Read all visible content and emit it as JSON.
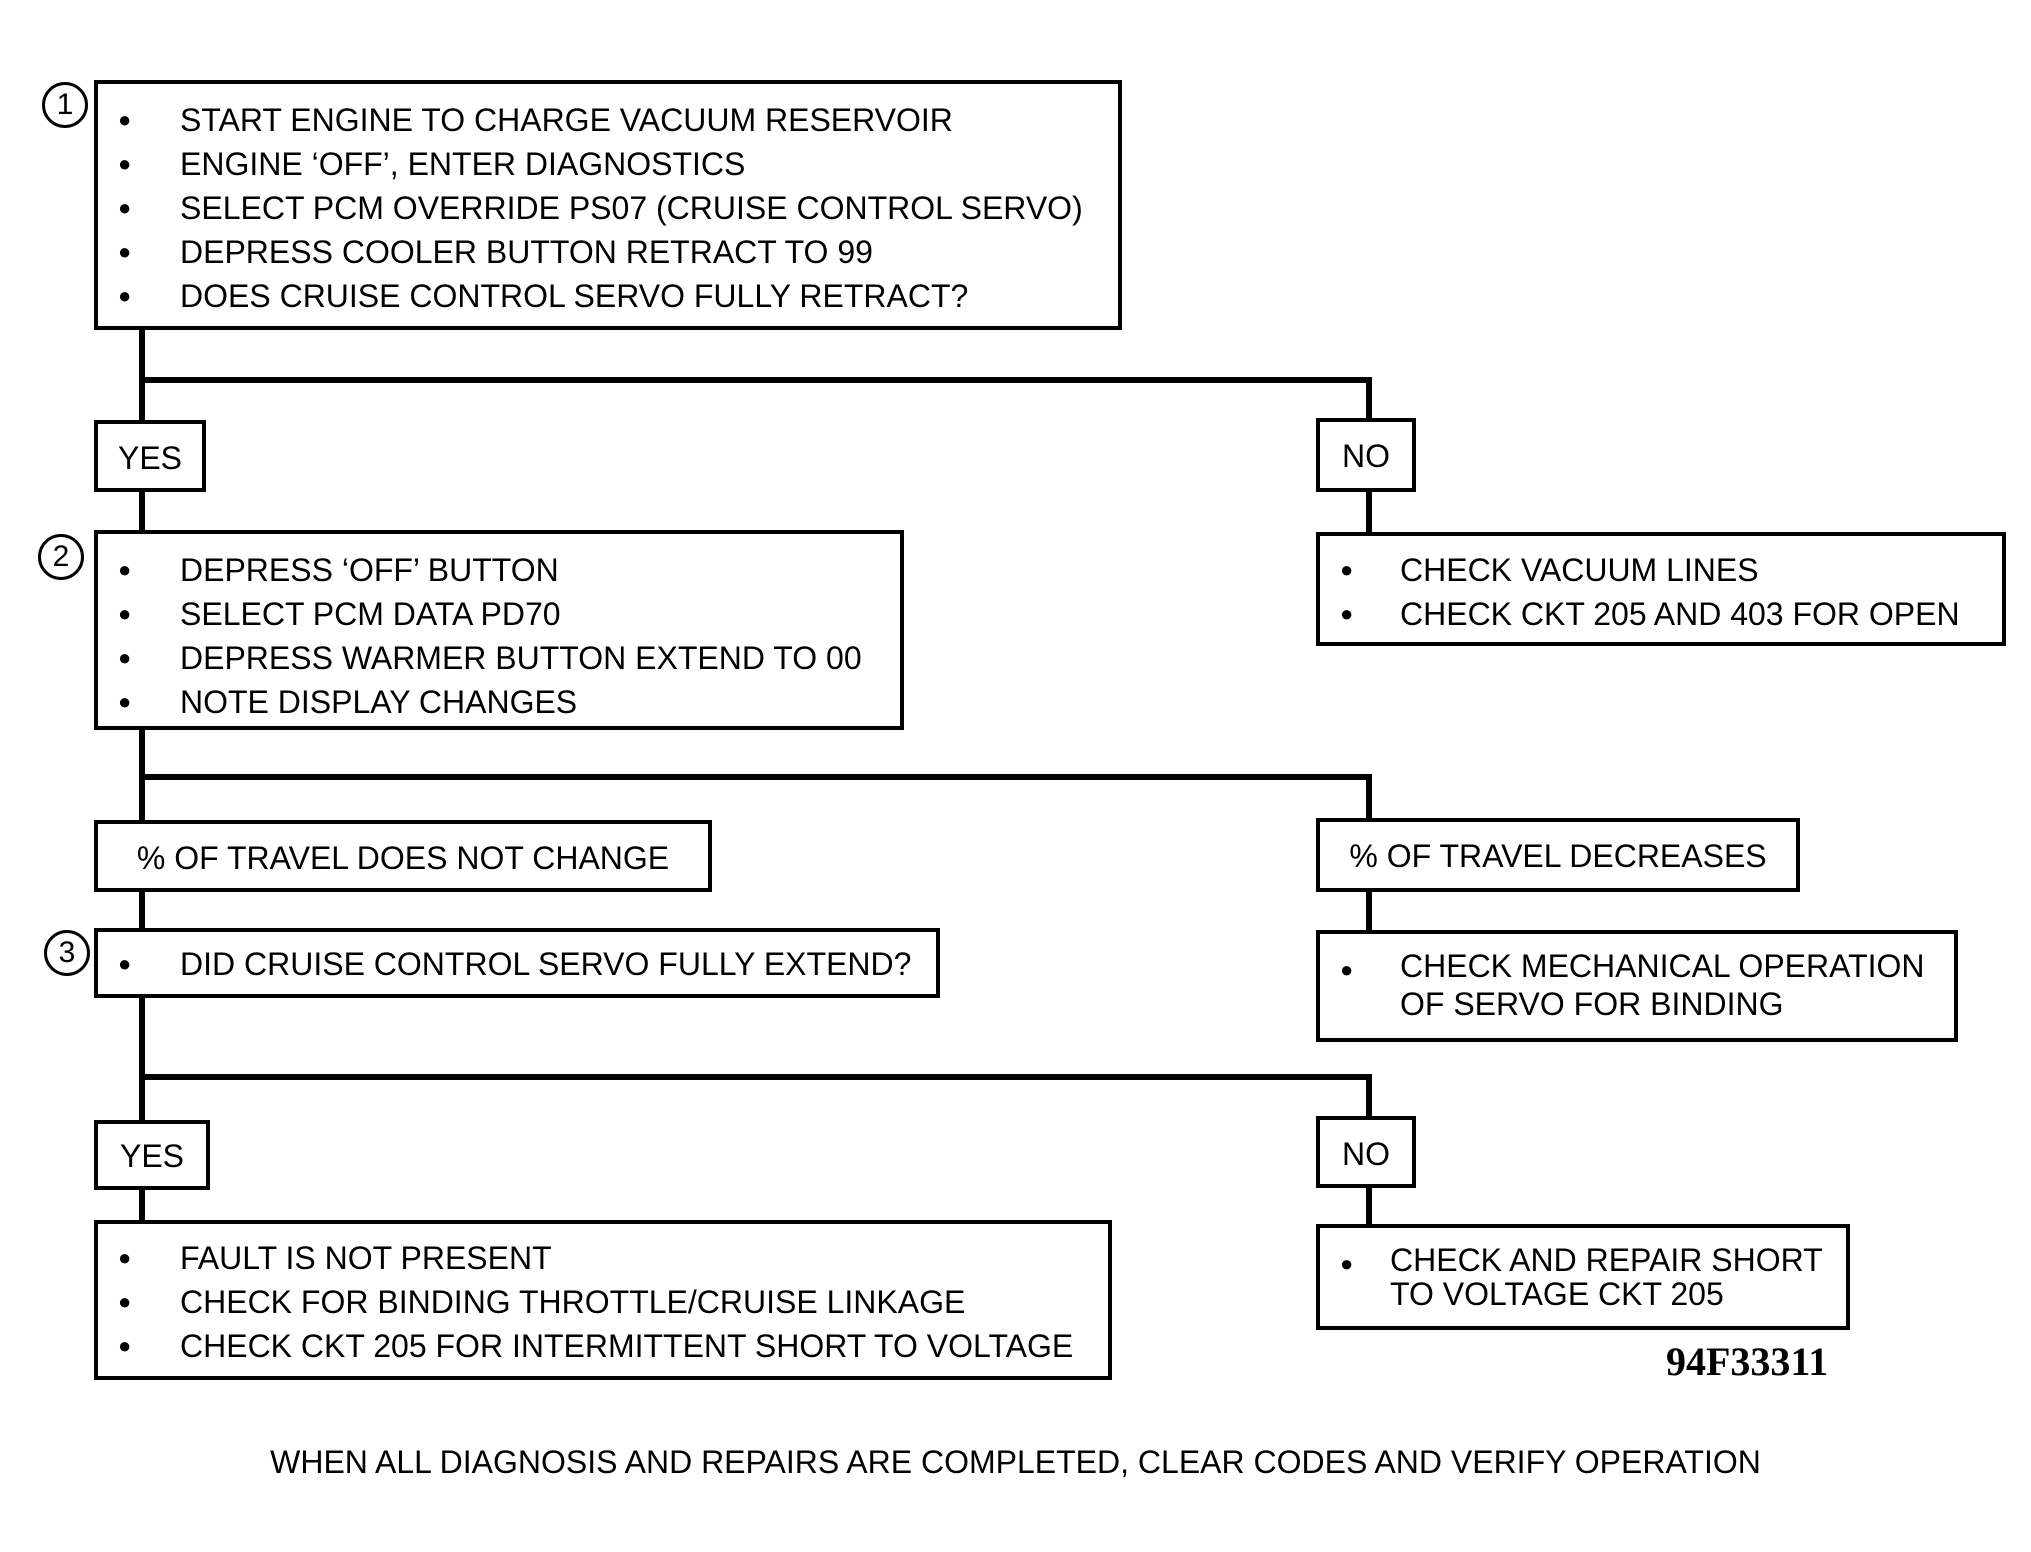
{
  "steps": [
    {
      "number": "1",
      "items": [
        "START ENGINE TO CHARGE VACUUM RESERVOIR",
        "ENGINE ‘OFF’, ENTER DIAGNOSTICS",
        "SELECT PCM  OVERRIDE PS07 (CRUISE CONTROL SERVO)",
        "DEPRESS COOLER BUTTON RETRACT TO 99",
        "DOES CRUISE CONTROL SERVO FULLY RETRACT?"
      ]
    },
    {
      "number": "2",
      "items": [
        "DEPRESS ‘OFF’ BUTTON",
        "SELECT PCM DATA PD70",
        "DEPRESS WARMER BUTTON EXTEND TO 00",
        "NOTE DISPLAY CHANGES"
      ]
    },
    {
      "number": "3",
      "items": [
        "DID CRUISE CONTROL SERVO FULLY EXTEND?"
      ]
    }
  ],
  "branch1": {
    "yes_label": "YES",
    "no_label": "NO",
    "no_actions": [
      "CHECK VACUUM LINES",
      "CHECK CKT 205 AND 403 FOR OPEN"
    ]
  },
  "branch2": {
    "left_label": "% OF TRAVEL DOES NOT CHANGE",
    "right_label": "% OF TRAVEL DECREASES",
    "right_action_line1": "CHECK MECHANICAL OPERATION",
    "right_action_line2": "OF SERVO FOR BINDING"
  },
  "branch3": {
    "yes_label": "YES",
    "no_label": "NO",
    "yes_actions": [
      "FAULT IS NOT PRESENT",
      "CHECK FOR BINDING THROTTLE/CRUISE LINKAGE",
      "CHECK CKT 205 FOR INTERMITTENT SHORT TO VOLTAGE"
    ],
    "no_action_line1": "CHECK AND REPAIR SHORT",
    "no_action_line2": "TO VOLTAGE CKT 205"
  },
  "figure_id": "94F33311",
  "footer": "WHEN ALL DIAGNOSIS AND REPAIRS ARE COMPLETED, CLEAR CODES AND VERIFY OPERATION"
}
